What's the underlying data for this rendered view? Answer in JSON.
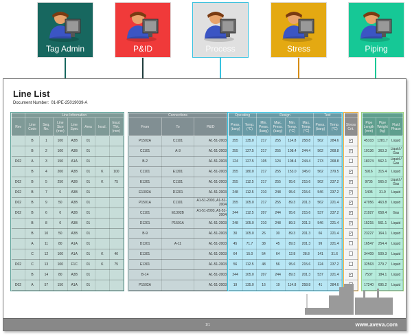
{
  "roles": [
    {
      "label": "Tag Admin",
      "color": "#17675f"
    },
    {
      "label": "P&ID",
      "color": "#f03a3a"
    },
    {
      "label": "Process",
      "color": "#e0e0e0"
    },
    {
      "label": "Stress",
      "color": "#e4a912"
    },
    {
      "label": "Piping",
      "color": "#16c896"
    }
  ],
  "document": {
    "title": "Line List",
    "number_label": "Document Number:",
    "number": "01-IPE-25019039-A",
    "page": "1/1",
    "url": "www.aveva.com"
  },
  "groups": {
    "line_info": {
      "title": "Line Information",
      "columns": [
        "Rev",
        "Line Code",
        "Seq. No.",
        "Line Size (mm)",
        "Line Spec",
        "Area",
        "Insul.",
        "Insul. Thk. (mm)"
      ]
    },
    "connections": {
      "title": "Connections",
      "columns": [
        "From",
        "To",
        "P&ID"
      ]
    },
    "process": {
      "operating": "Operating",
      "design": "Design",
      "test": "Test",
      "columns": [
        "Press. (barg)",
        "Temp. (°C)",
        "Min. Press. (barg)",
        "Max. Press. (barg)",
        "Min. Temp. (°C)",
        "Max. Temp. (°C)",
        "Press. (barg)",
        "Temp. (°C)"
      ]
    },
    "stress": {
      "columns": [
        "Stress Crit."
      ]
    },
    "piping": {
      "columns": [
        "Pipe Length (mm)",
        "Pipe Weight (kg)",
        "Fluid Phase"
      ]
    }
  },
  "rows": [
    {
      "rev": "",
      "code": "B",
      "seq": "1",
      "size": "100",
      "spec": "A3B",
      "area": "01",
      "insul": "",
      "thk": "",
      "from": "P1502A",
      "to": "C1101",
      "pid": "A1-51-2003",
      "op_p": "255",
      "op_t": "135.0",
      "d_minp": "217",
      "d_maxp": "255",
      "d_mint": "114.8",
      "d_maxt": "258.8",
      "t_p": "562",
      "t_t": "284.6",
      "stress": true,
      "len": "45103",
      "wt": "1281.7",
      "phase": "Liquid"
    },
    {
      "rev": "",
      "code": "B",
      "seq": "2",
      "size": "100",
      "spec": "A3B",
      "area": "01",
      "insul": "",
      "thk": "",
      "from": "C1101",
      "to": "A-3",
      "pid": "A1-51-2003",
      "op_p": "255",
      "op_t": "127.5",
      "d_minp": "217",
      "d_maxp": "255",
      "d_mint": "108.4",
      "d_maxt": "244.4",
      "t_p": "562",
      "t_t": "268.8",
      "stress": true,
      "len": "10136",
      "wt": "363.3",
      "phase": "Liquid / Gas"
    },
    {
      "rev": "D02",
      "code": "A",
      "seq": "3",
      "size": "150",
      "spec": "A1A",
      "area": "01",
      "insul": "",
      "thk": "",
      "from": "B-2",
      "to": "",
      "pid": "A1-51-2003",
      "op_p": "124",
      "op_t": "127.5",
      "d_minp": "105",
      "d_maxp": "124",
      "d_mint": "108.4",
      "d_maxt": "244.4",
      "t_p": "273",
      "t_t": "268.8",
      "stress": false,
      "len": "18374",
      "wt": "562.1",
      "phase": "Liquid / Gas"
    },
    {
      "rev": "",
      "code": "B",
      "seq": "4",
      "size": "200",
      "spec": "A3B",
      "area": "01",
      "insul": "K",
      "thk": "100",
      "from": "C1101",
      "to": "E1301",
      "pid": "A1-51-2003",
      "op_p": "255",
      "op_t": "180.0",
      "d_minp": "217",
      "d_maxp": "255",
      "d_mint": "153.0",
      "d_maxt": "345.0",
      "t_p": "562",
      "t_t": "379.5",
      "stress": true,
      "len": "5916",
      "wt": "315.4",
      "phase": "Liquid"
    },
    {
      "rev": "D02",
      "code": "B",
      "seq": "5",
      "size": "250",
      "spec": "A3B",
      "area": "01",
      "insul": "K",
      "thk": "75",
      "from": "E1301",
      "to": "C1101",
      "pid": "A1-51-2003",
      "op_p": "255",
      "op_t": "112.5",
      "d_minp": "217",
      "d_maxp": "255",
      "d_mint": "95.6",
      "d_maxt": "215.6",
      "t_p": "562",
      "t_t": "237.2",
      "stress": true,
      "len": "9735",
      "wt": "565.0",
      "phase": "Liquid / Gas"
    },
    {
      "rev": "D02",
      "code": "B",
      "seq": "7",
      "size": "0",
      "spec": "A3B",
      "area": "01",
      "insul": "",
      "thk": "",
      "from": "E1302A",
      "to": "D1201",
      "pid": "A1-51-2003",
      "op_p": "248",
      "op_t": "112.5",
      "d_minp": "210",
      "d_maxp": "248",
      "d_mint": "95.6",
      "d_maxt": "215.6",
      "t_p": "546",
      "t_t": "237.2",
      "stress": true,
      "len": "1405",
      "wt": "31.9",
      "phase": "Liquid"
    },
    {
      "rev": "D02",
      "code": "B",
      "seq": "9",
      "size": "50",
      "spec": "A3B",
      "area": "01",
      "insul": "",
      "thk": "",
      "from": "P1501A",
      "to": "C1101",
      "pid": "A1-51-2003, A1-51-2004",
      "op_p": "255",
      "op_t": "105.0",
      "d_minp": "217",
      "d_maxp": "255",
      "d_mint": "89.3",
      "d_maxt": "201.3",
      "t_p": "562",
      "t_t": "221.4",
      "stress": true,
      "len": "47956",
      "wt": "463.8",
      "phase": "Liquid"
    },
    {
      "rev": "D02",
      "code": "B",
      "seq": "6",
      "size": "0",
      "spec": "A3B",
      "area": "01",
      "insul": "",
      "thk": "",
      "from": "C1101",
      "to": "E1302B",
      "pid": "A1-51-2003, A1-51-2004",
      "op_p": "244",
      "op_t": "112.5",
      "d_minp": "207",
      "d_maxp": "244",
      "d_mint": "95.6",
      "d_maxt": "215.6",
      "t_p": "537",
      "t_t": "237.2",
      "stress": true,
      "len": "21927",
      "wt": "658.4",
      "phase": "Gas"
    },
    {
      "rev": "",
      "code": "B",
      "seq": "8",
      "size": "0",
      "spec": "A3B",
      "area": "01",
      "insul": "",
      "thk": "",
      "from": "D1201",
      "to": "P1501A",
      "pid": "A1-51-2003",
      "op_p": "248",
      "op_t": "105.0",
      "d_minp": "210",
      "d_maxp": "248",
      "d_mint": "89.3",
      "d_maxt": "201.3",
      "t_p": "546",
      "t_t": "221.4",
      "stress": true,
      "len": "15215",
      "wt": "561.1",
      "phase": "Liquid"
    },
    {
      "rev": "",
      "code": "B",
      "seq": "10",
      "size": "50",
      "spec": "A3B",
      "area": "01",
      "insul": "",
      "thk": "",
      "from": "B-9",
      "to": "",
      "pid": "A1-51-2003",
      "op_p": "30",
      "op_t": "105.0",
      "d_minp": "26",
      "d_maxp": "30",
      "d_mint": "89.3",
      "d_maxt": "201.3",
      "t_p": "66",
      "t_t": "221.4",
      "stress": true,
      "len": "23227",
      "wt": "164.1",
      "phase": "Liquid"
    },
    {
      "rev": "",
      "code": "A",
      "seq": "11",
      "size": "80",
      "spec": "A1A",
      "area": "01",
      "insul": "",
      "thk": "",
      "from": "D1201",
      "to": "A-11",
      "pid": "A1-51-2003",
      "op_p": "45",
      "op_t": "71.7",
      "d_minp": "38",
      "d_maxp": "45",
      "d_mint": "89.3",
      "d_maxt": "201.3",
      "t_p": "99",
      "t_t": "221.4",
      "stress": false,
      "len": "16547",
      "wt": "254.4",
      "phase": "Liquid"
    },
    {
      "rev": "",
      "code": "C",
      "seq": "12",
      "size": "100",
      "spec": "A1A",
      "area": "01",
      "insul": "K",
      "thk": "40",
      "from": "E1301",
      "to": "",
      "pid": "A1-51-2003",
      "op_p": "64",
      "op_t": "15.0",
      "d_minp": "54",
      "d_maxp": "64",
      "d_mint": "12.8",
      "d_maxt": "28.8",
      "t_p": "141",
      "t_t": "31.6",
      "stress": false,
      "len": "34409",
      "wt": "509.3",
      "phase": "Liquid"
    },
    {
      "rev": "D02",
      "code": "C",
      "seq": "13",
      "size": "100",
      "spec": "F1C",
      "area": "01",
      "insul": "K",
      "thk": "75",
      "from": "E1301",
      "to": "",
      "pid": "A1-51-2003",
      "op_p": "56",
      "op_t": "112.5",
      "d_minp": "48",
      "d_maxp": "56",
      "d_mint": "95.6",
      "d_maxt": "215.6",
      "t_p": "124",
      "t_t": "237.2",
      "stress": false,
      "len": "32563",
      "wt": "279.7",
      "phase": "Liquid"
    },
    {
      "rev": "",
      "code": "B",
      "seq": "14",
      "size": "80",
      "spec": "A3B",
      "area": "01",
      "insul": "",
      "thk": "",
      "from": "B-14",
      "to": "",
      "pid": "A1-51-2003",
      "op_p": "244",
      "op_t": "105.0",
      "d_minp": "207",
      "d_maxp": "244",
      "d_mint": "89.3",
      "d_maxt": "201.3",
      "t_p": "537",
      "t_t": "221.4",
      "stress": true,
      "len": "7537",
      "wt": "184.1",
      "phase": "Liquid"
    },
    {
      "rev": "D02",
      "code": "A",
      "seq": "57",
      "size": "150",
      "spec": "A1A",
      "area": "01",
      "insul": "",
      "thk": "",
      "from": "P1502A",
      "to": "",
      "pid": "A1-51-2003",
      "op_p": "19",
      "op_t": "135.0",
      "d_minp": "16",
      "d_maxp": "19",
      "d_mint": "114.8",
      "d_maxt": "258.8",
      "t_p": "41",
      "t_t": "284.6",
      "stress": false,
      "len": "17240",
      "wt": "695.2",
      "phase": "Liquid"
    }
  ]
}
